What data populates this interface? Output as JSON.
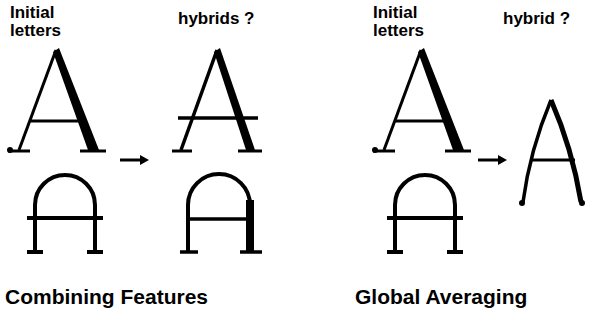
{
  "diagram": {
    "labels": [
      "Initial letters",
      "hybrids ?",
      "Initial letters",
      "hybrid ?",
      "Combining Features",
      "Global Averaging"
    ]
  }
}
